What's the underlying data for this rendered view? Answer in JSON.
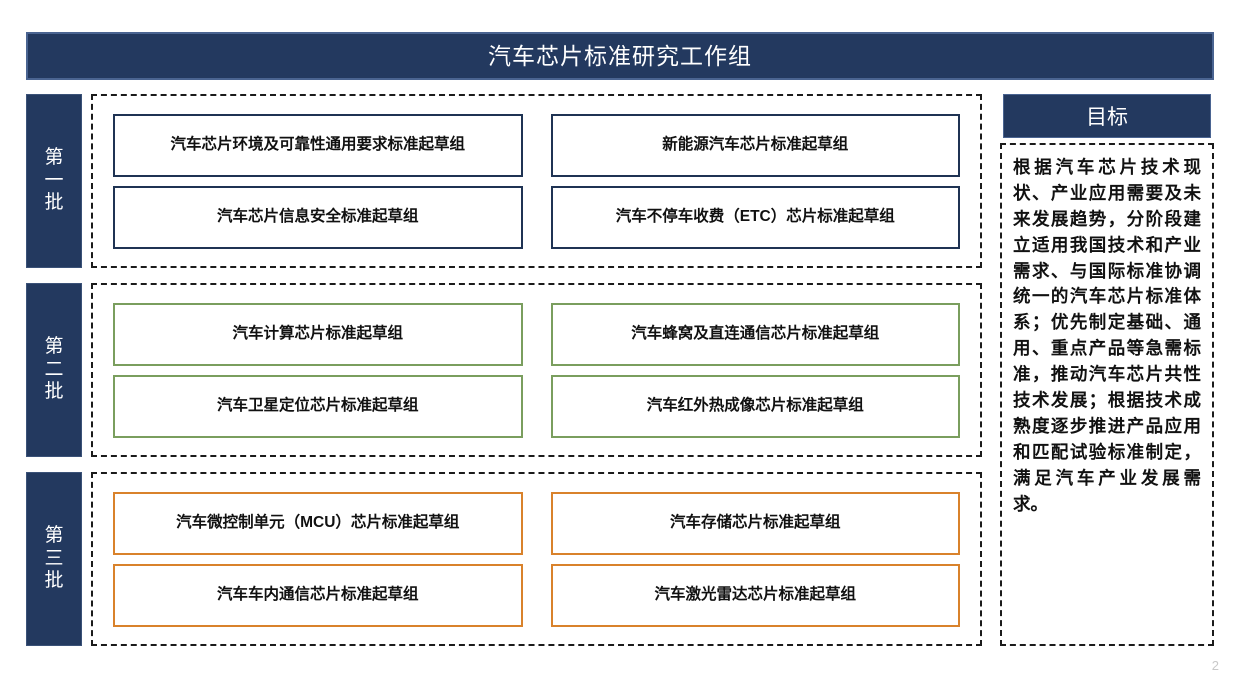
{
  "header": {
    "title": "汽车芯片标准研究工作组"
  },
  "batches": [
    {
      "label_chars": [
        "第",
        "一",
        "批"
      ],
      "accent": "#1f3353",
      "style": "navy",
      "left_column": [
        "汽车芯片环境及可靠性通用要求标准起草组",
        "汽车芯片信息安全标准起草组"
      ],
      "right_column": [
        "新能源汽车芯片标准起草组",
        "汽车不停车收费（ETC）芯片标准起草组"
      ]
    },
    {
      "label_chars": [
        "第",
        "二",
        "批"
      ],
      "accent": "#7a9e5e",
      "style": "green",
      "left_column": [
        "汽车计算芯片标准起草组",
        "汽车卫星定位芯片标准起草组"
      ],
      "right_column": [
        "汽车蜂窝及直连通信芯片标准起草组",
        "汽车红外热成像芯片标准起草组"
      ]
    },
    {
      "label_chars": [
        "第",
        "三",
        "批"
      ],
      "accent": "#d9822b",
      "style": "orange",
      "left_column": [
        "汽车微控制单元（MCU）芯片标准起草组",
        "汽车车内通信芯片标准起草组"
      ],
      "right_column": [
        "汽车存储芯片标准起草组",
        "汽车激光雷达芯片标准起草组"
      ]
    }
  ],
  "goal": {
    "header": "目标",
    "text": "根据汽车芯片技术现状、产业应用需要及未来发展趋势，分阶段建立适用我国技术和产业需求、与国际标准协调统一的汽车芯片标准体系；优先制定基础、通用、重点产品等急需标准，推动汽车芯片共性技术发展；根据技术成熟度逐步推进产品应用和匹配试验标准制定，满足汽车产业发展需求。"
  },
  "footer": {
    "page_number": "2"
  },
  "colors": {
    "navy": "#23395f",
    "navy_border": "#4a6491",
    "box_navy": "#1f3353",
    "green": "#7a9e5e",
    "orange": "#d9822b",
    "dashed": "#1b1b1b"
  }
}
